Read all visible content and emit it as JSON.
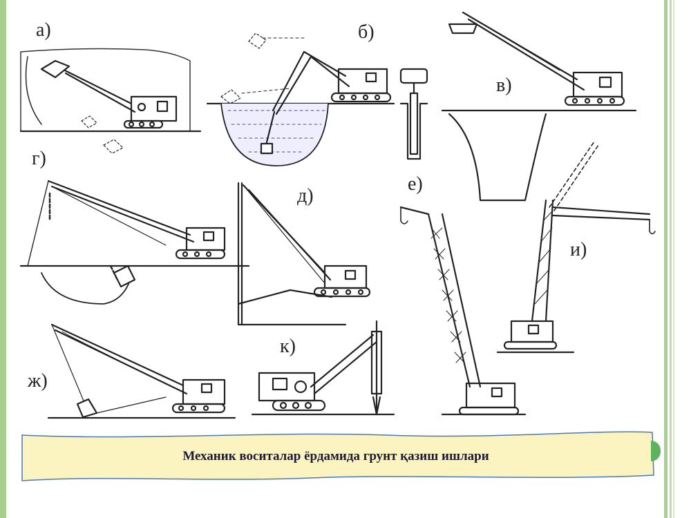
{
  "labels": {
    "a": "а)",
    "b": "б)",
    "v": "в)",
    "g": "г)",
    "d": "д)",
    "e": "е)",
    "i": "и)",
    "zh": "ж)",
    "k": "к)"
  },
  "caption": "Механик воситалар ёрдамида грунт қазиш ишлари",
  "colors": {
    "frame": "#a9cf8f",
    "banner": "#fbf3c0",
    "banner_border": "#4a7ab0",
    "caption_text": "#1a1a40",
    "accent_dot": "#5fb35f"
  }
}
